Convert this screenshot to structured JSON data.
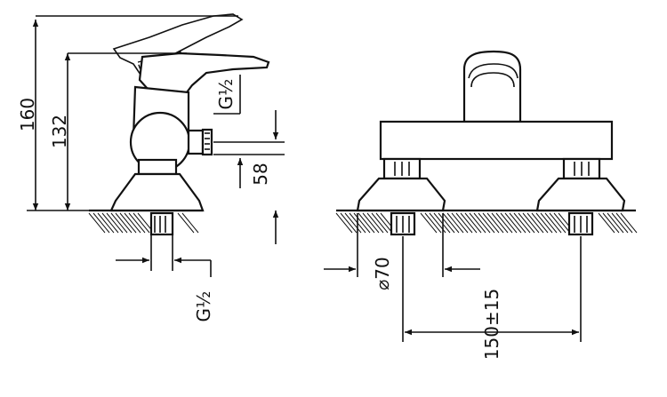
{
  "side_view": {
    "height_total": "160",
    "height_outlet": "132",
    "height_inlet": "58",
    "thread_outlet": "G½",
    "thread_inlet": "G½"
  },
  "front_view": {
    "flange_diameter": "⌀70",
    "centre_distance": "150±15"
  }
}
